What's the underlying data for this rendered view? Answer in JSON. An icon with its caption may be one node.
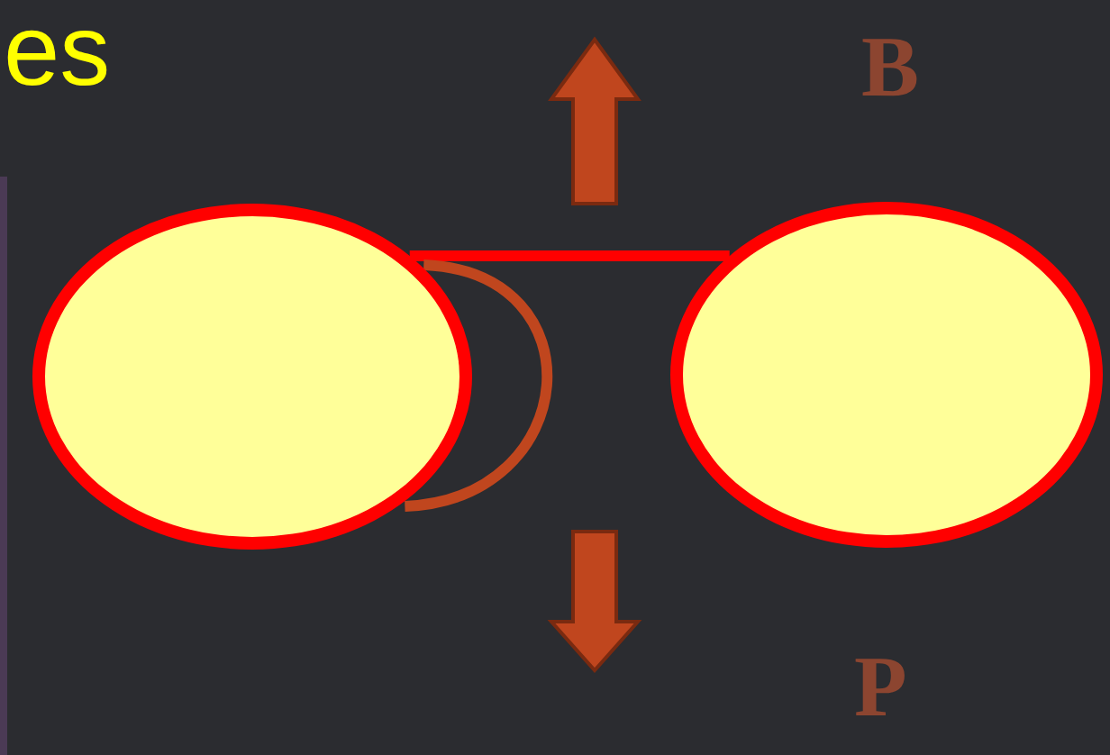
{
  "diagram": {
    "title": "es",
    "nodes": [
      {
        "text": [],
        "shape": "ellipse"
      },
      {
        "text": [],
        "shape": "ellipse"
      }
    ],
    "edges": [
      {
        "from": 0,
        "to": 1,
        "arrow": "none"
      },
      {
        "from": 0,
        "to": 0,
        "arrow": "none",
        "color": "#c0461e"
      }
    ],
    "labels": [
      "B",
      "P"
    ]
  }
}
